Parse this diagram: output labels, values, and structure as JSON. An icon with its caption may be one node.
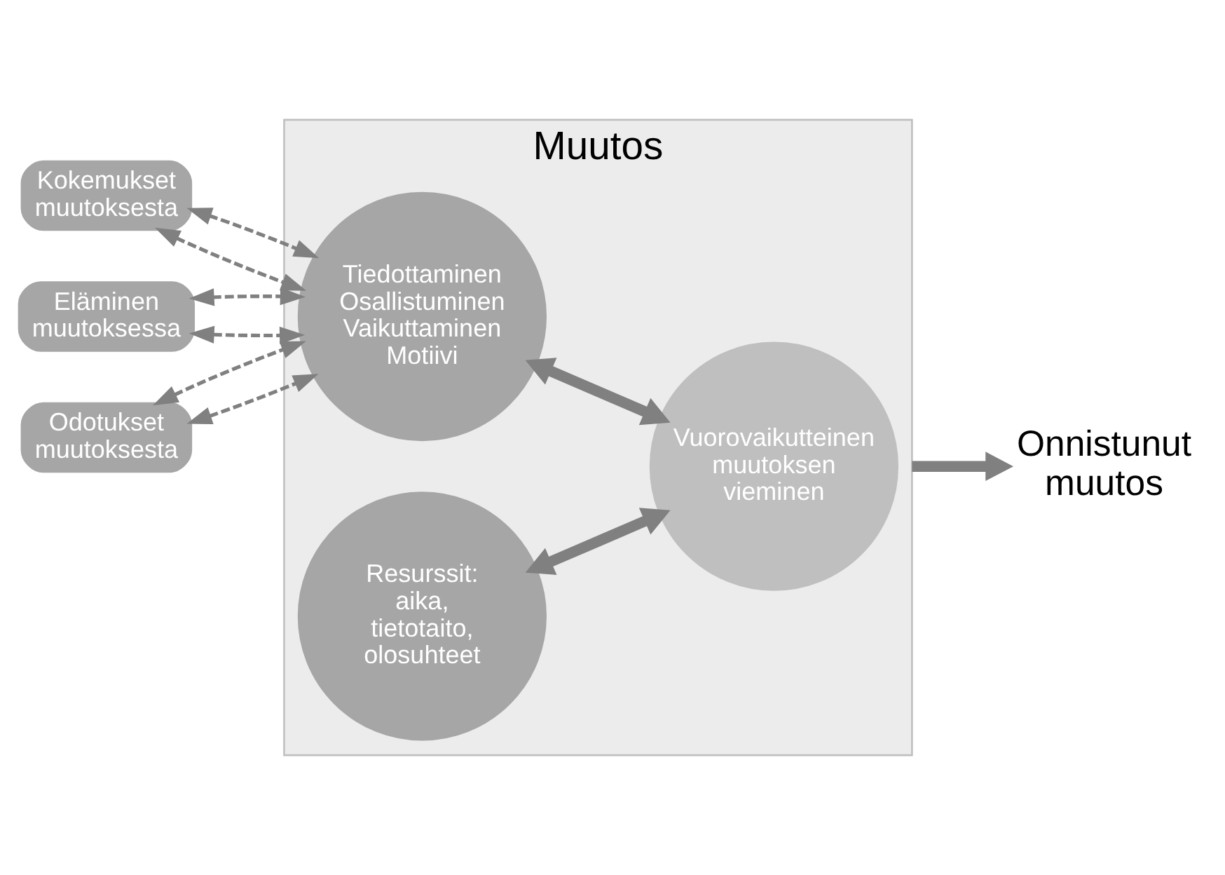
{
  "diagram": {
    "nodes": [
      {
        "text": [
          "Muutos"
        ]
      },
      {
        "text": [
          "Tiedottaminen",
          "Osallistuminen",
          "Vaikuttaminen",
          "Motiivi"
        ],
        "in": 0
      },
      {
        "text": [
          "Resurssit: aika, tietotaito, olosuhteet"
        ],
        "in": 0
      },
      {
        "text": [
          "Vuorovaikutteinen muutoksen vieminen"
        ],
        "in": 0
      },
      {
        "text": [
          "Kokemukset muutoksesta"
        ]
      },
      {
        "text": [
          "Eläminen muutoksessa"
        ]
      },
      {
        "text": [
          "Odotukset muutoksesta"
        ]
      },
      {
        "text": [
          "Onnistunut muutos"
        ]
      }
    ],
    "edges": [
      {
        "from": 4,
        "to": 1,
        "arrow": "both",
        "style": "dashed"
      },
      {
        "from": 4,
        "to": 1,
        "arrow": "both",
        "style": "dashed"
      },
      {
        "from": 5,
        "to": 1,
        "arrow": "both",
        "style": "dashed"
      },
      {
        "from": 5,
        "to": 1,
        "arrow": "both",
        "style": "dashed"
      },
      {
        "from": 6,
        "to": 1,
        "arrow": "both",
        "style": "dashed"
      },
      {
        "from": 6,
        "to": 1,
        "arrow": "both",
        "style": "dashed"
      },
      {
        "from": 1,
        "to": 3,
        "arrow": "both",
        "style": "thick"
      },
      {
        "from": 2,
        "to": 3,
        "arrow": "both",
        "style": "thick"
      },
      {
        "from": 0,
        "to": 7,
        "arrow": "to",
        "style": "thick"
      }
    ]
  }
}
